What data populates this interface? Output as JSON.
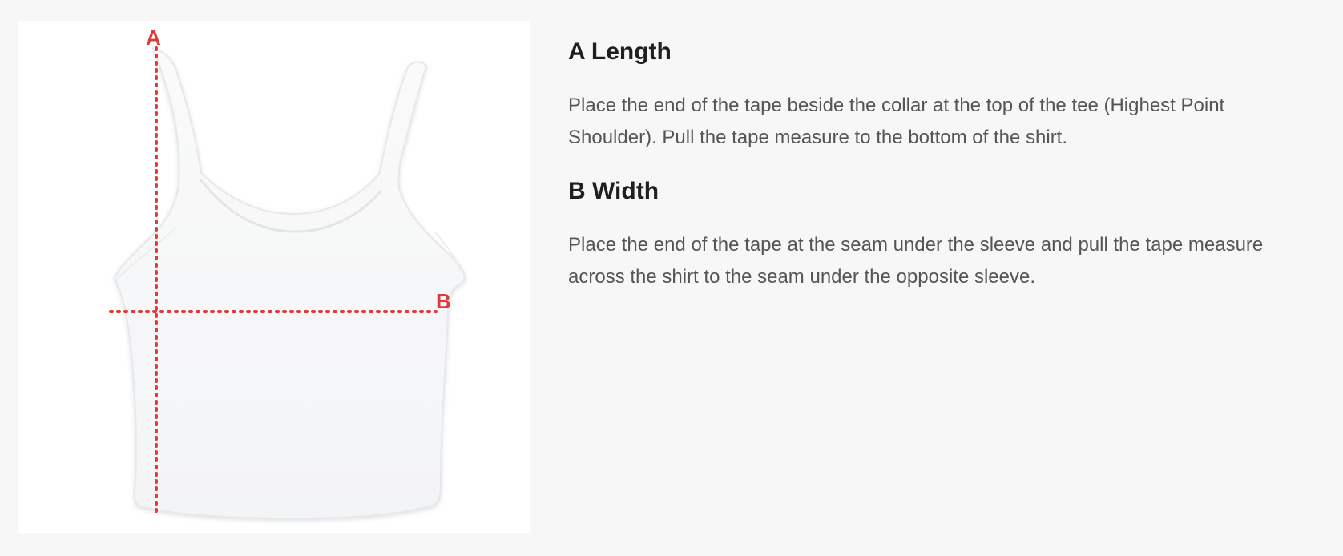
{
  "figure": {
    "garment": "tank-top",
    "marker_color": "#e03a3a",
    "markers": {
      "length_letter": "A",
      "width_letter": "B"
    }
  },
  "guide": {
    "sections": [
      {
        "title": "A Length",
        "description": "Place the end of the tape beside the collar at the top of the tee (Highest Point Shoulder). Pull the tape measure to the bottom of the shirt."
      },
      {
        "title": "B Width",
        "description": "Place the end of the tape at the seam under the sleeve and pull the tape measure across the shirt to the seam under the opposite sleeve."
      }
    ]
  }
}
